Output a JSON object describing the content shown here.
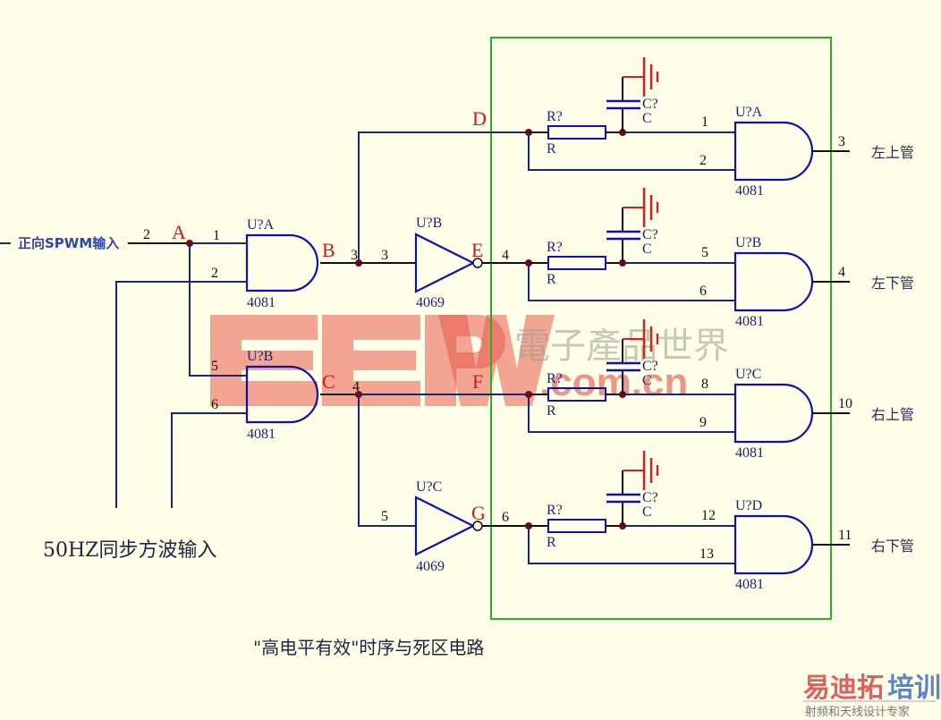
{
  "title": "\"高电平有效\"时序与死区电路",
  "inputs": {
    "spwm": "正向SPWM输入",
    "square_wave": "50HZ同步方波输入"
  },
  "nodes": {
    "A": "A",
    "B": "B",
    "C": "C",
    "D": "D",
    "E": "E",
    "F": "F",
    "G": "G"
  },
  "left_gates": [
    {
      "ref": "U?A",
      "part": "4081",
      "pins": [
        "1",
        "2",
        "3"
      ],
      "input_pin_label": "2"
    },
    {
      "ref": "U?B",
      "part": "4081",
      "pins": [
        "5",
        "6",
        "4"
      ]
    }
  ],
  "inverters": [
    {
      "ref": "U?B",
      "part": "4069",
      "in_pin": "3",
      "out_pin": "4"
    },
    {
      "ref": "U?C",
      "part": "4069",
      "in_pin": "5",
      "out_pin": "6"
    }
  ],
  "channels": [
    {
      "r_ref": "R?",
      "r_val": "R",
      "c_ref": "C?",
      "c_val": "C",
      "gate_ref": "U?A",
      "gate_part": "4081",
      "in1": "1",
      "in2": "2",
      "out": "3",
      "label": "左上管"
    },
    {
      "r_ref": "R?",
      "r_val": "R",
      "c_ref": "C?",
      "c_val": "C",
      "gate_ref": "U?B",
      "gate_part": "4081",
      "in1": "5",
      "in2": "6",
      "out": "4",
      "label": "左下管"
    },
    {
      "r_ref": "R?",
      "r_val": "R",
      "c_ref": "C?",
      "c_val": "C",
      "gate_ref": "U?C",
      "gate_part": "4081",
      "in1": "8",
      "in2": "9",
      "out": "10",
      "label": "右上管"
    },
    {
      "r_ref": "R?",
      "r_val": "R",
      "c_ref": "C?",
      "c_val": "C",
      "gate_ref": "U?D",
      "gate_part": "4081",
      "in1": "12",
      "in2": "13",
      "out": "11",
      "label": "右下管"
    }
  ],
  "watermark": {
    "brand": "EEPW",
    "domain": ".com.cn",
    "slogan": "電子產品世界"
  },
  "logo": {
    "part1": "易迪拓",
    "part2": "培训",
    "tagline": "射频和天线设计专家",
    "color1": "#e06060",
    "color2": "#5a86c8"
  },
  "colors": {
    "background": "#fefee9",
    "wire": "#1a237e",
    "node_label": "#d01818",
    "box": "#22b322",
    "ground": "#d62020"
  }
}
